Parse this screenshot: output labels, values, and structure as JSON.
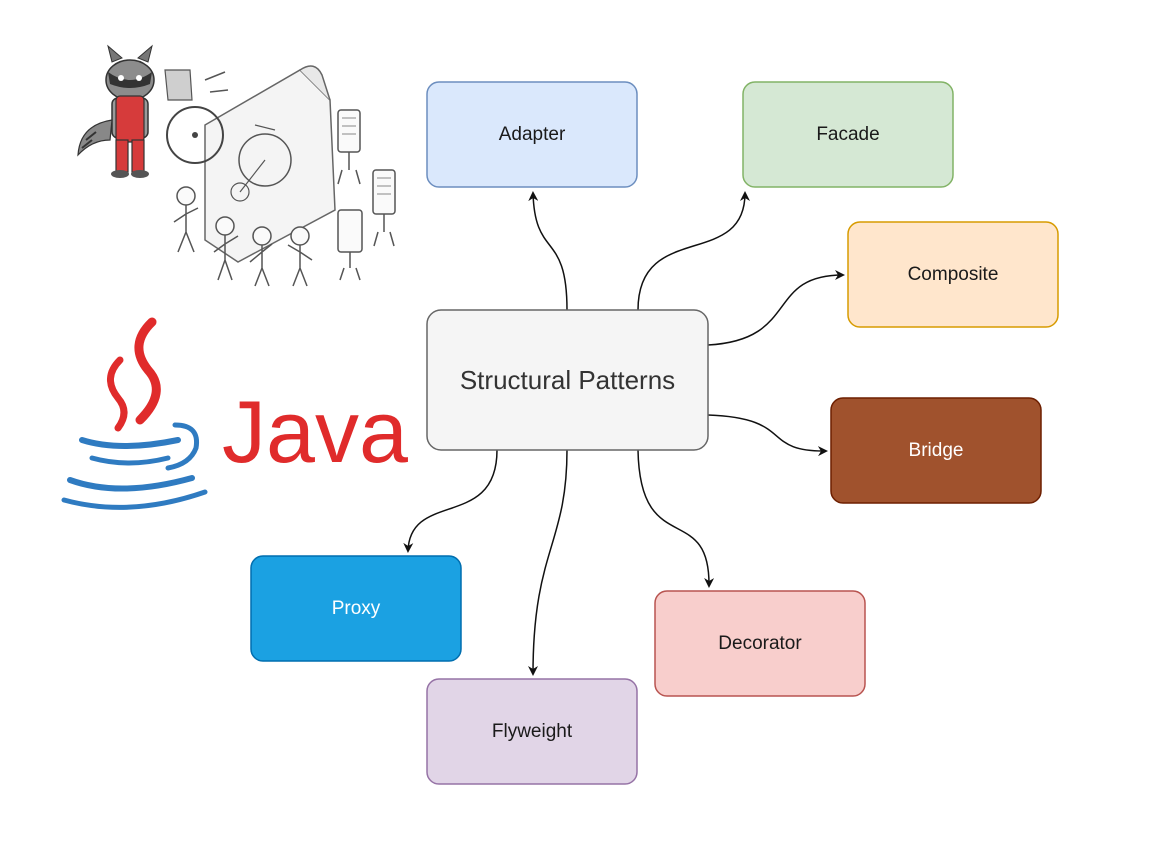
{
  "central": {
    "label": "Structural Patterns",
    "fill": "#f5f5f5",
    "stroke": "#666666"
  },
  "nodes": [
    {
      "id": "adapter",
      "label": "Adapter",
      "fill": "#dae8fc",
      "stroke": "#6c8ebf",
      "text": "#1a1a1a"
    },
    {
      "id": "facade",
      "label": "Facade",
      "fill": "#d5e8d4",
      "stroke": "#82b366",
      "text": "#1a1a1a"
    },
    {
      "id": "composite",
      "label": "Composite",
      "fill": "#ffe6cc",
      "stroke": "#d79b00",
      "text": "#1a1a1a"
    },
    {
      "id": "bridge",
      "label": "Bridge",
      "fill": "#a0522d",
      "stroke": "#6d1f00",
      "text": "#ffffff"
    },
    {
      "id": "decorator",
      "label": "Decorator",
      "fill": "#f8cecc",
      "stroke": "#b85450",
      "text": "#1a1a1a"
    },
    {
      "id": "flyweight",
      "label": "Flyweight",
      "fill": "#e1d5e7",
      "stroke": "#9673a6",
      "text": "#1a1a1a"
    },
    {
      "id": "proxy",
      "label": "Proxy",
      "fill": "#1ba1e2",
      "stroke": "#006eaf",
      "text": "#ffffff"
    }
  ],
  "logo": {
    "wordmark": "Java",
    "red": "#e02b2b",
    "blue": "#2f7bc1"
  },
  "illustration": {
    "icon": "raccoon-and-robots-illustration-icon"
  }
}
